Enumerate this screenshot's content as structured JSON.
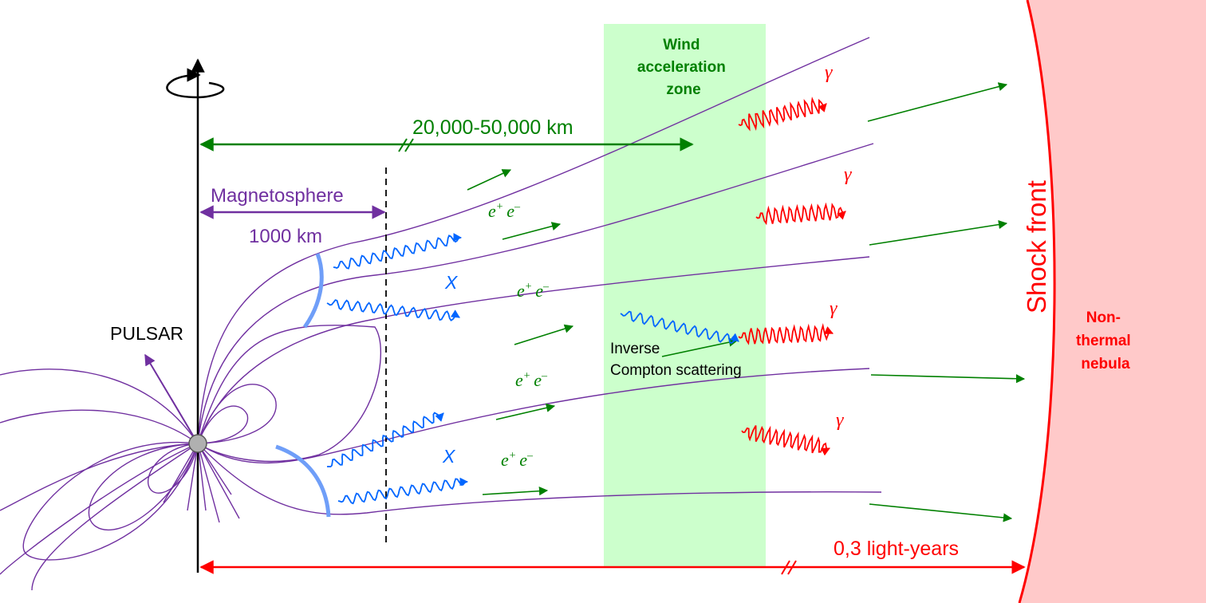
{
  "labels": {
    "pulsar": "PULSAR",
    "magnetosphere": "Magnetosphere",
    "magnetosphere_distance": "1000 km",
    "wind_distance": "20,000-50,000 km",
    "wind_zone": [
      "Wind",
      "acceleration",
      "zone"
    ],
    "inverse_compton": [
      "Inverse",
      "Compton scattering"
    ],
    "lightyears": "0,3 light-years",
    "shock_front": "Shock front",
    "nebula": [
      "Non-",
      "thermal",
      "nebula"
    ],
    "xray": "X",
    "gamma": "γ",
    "pair_e_plus": "e",
    "pair_plus_sup": "+",
    "pair_e_minus": "e",
    "pair_minus_sup": "–"
  },
  "colors": {
    "pulsar_purple": "#7030a0",
    "green": "#008000",
    "wind_zone_fill": "#ccffcc",
    "red": "#ff0000",
    "nebula_fill": "#ffc9c9",
    "blue": "#0066ff",
    "light_blue": "#6f9ef8",
    "black": "#000000"
  }
}
